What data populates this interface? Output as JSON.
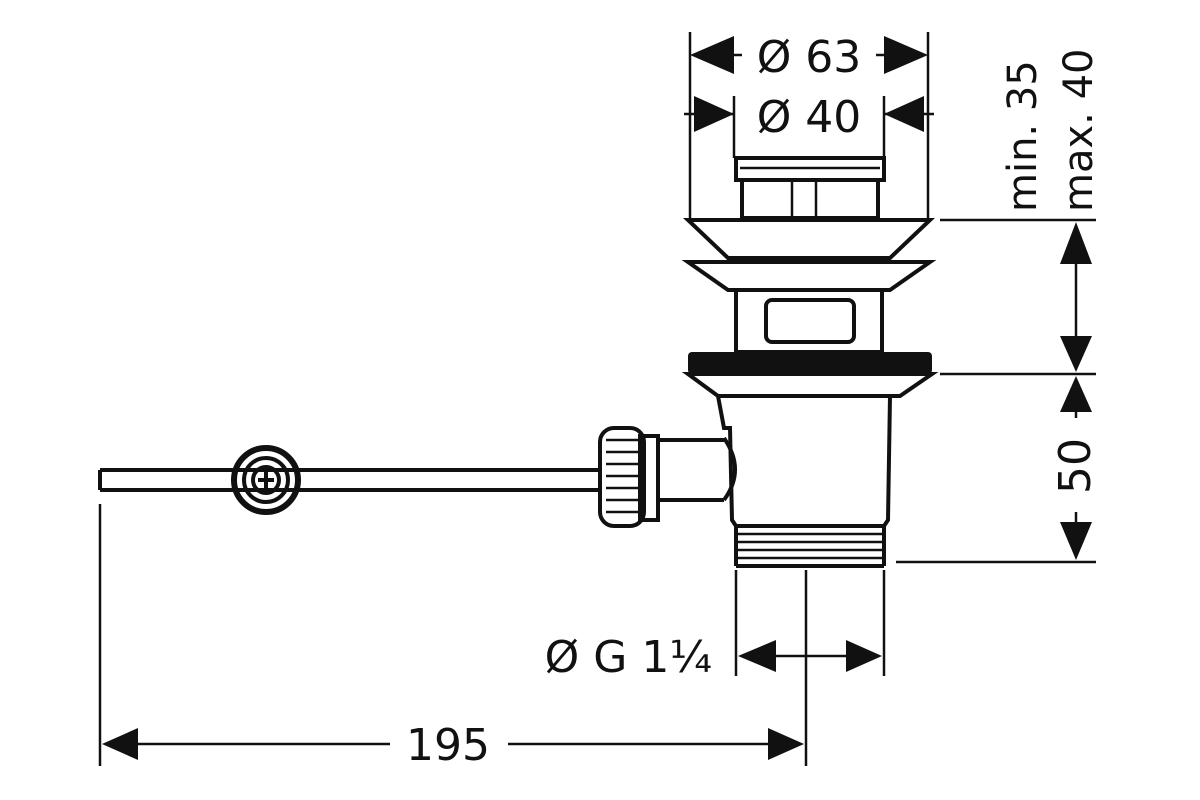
{
  "dimensions": {
    "outer_diameter": "Ø 63",
    "inner_diameter": "Ø 40",
    "min_height": "min. 35",
    "max_height": "max. 40",
    "body_height": "50",
    "thread": "Ø G 1¼",
    "lever_length": "195"
  },
  "colors": {
    "ink": "#111111",
    "paper": "#ffffff"
  }
}
